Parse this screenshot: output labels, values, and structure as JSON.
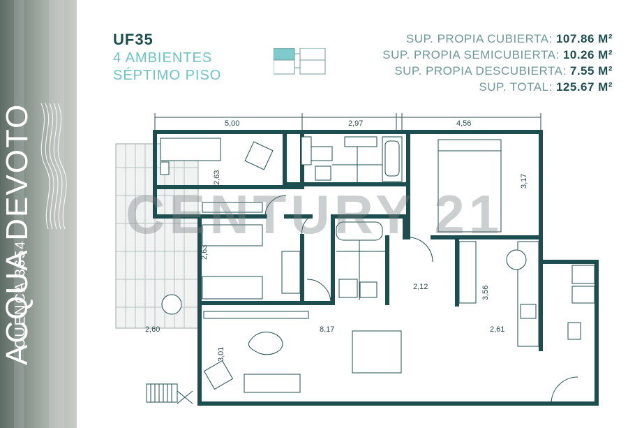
{
  "project": {
    "name": "ACQUA DEVOTO",
    "address": "CUENCA 3654"
  },
  "unit": {
    "code": "UF35",
    "ambientes": "4 AMBIENTES",
    "piso": "SÉPTIMO PISO"
  },
  "areas": [
    {
      "label": "SUP. PROPIA CUBIERTA:",
      "value": "107.86 M²"
    },
    {
      "label": "SUP. PROPIA SEMICUBIERTA:",
      "value": "10.26 M²"
    },
    {
      "label": "SUP. PROPIA DESCUBIERTA:",
      "value": "7.55 M²"
    },
    {
      "label": "SUP. TOTAL:",
      "value": "125.67 M²"
    }
  ],
  "dimensions": {
    "top_1": "5,00",
    "top_2": "2,97",
    "top_3": "4,56",
    "room_bed1": "2,63",
    "room_bed2": "2,63",
    "room_master": "3,17",
    "hall": "2,12",
    "kitchen": "3,56",
    "living_h": "3,01",
    "balcony": "2,60",
    "living_w": "8,17",
    "kitchen_w": "2,61"
  },
  "watermark": "CENTURY 21",
  "colors": {
    "wall": "#1d4e4f",
    "accent": "#6cc3c3",
    "text_light": "#6f9898"
  }
}
